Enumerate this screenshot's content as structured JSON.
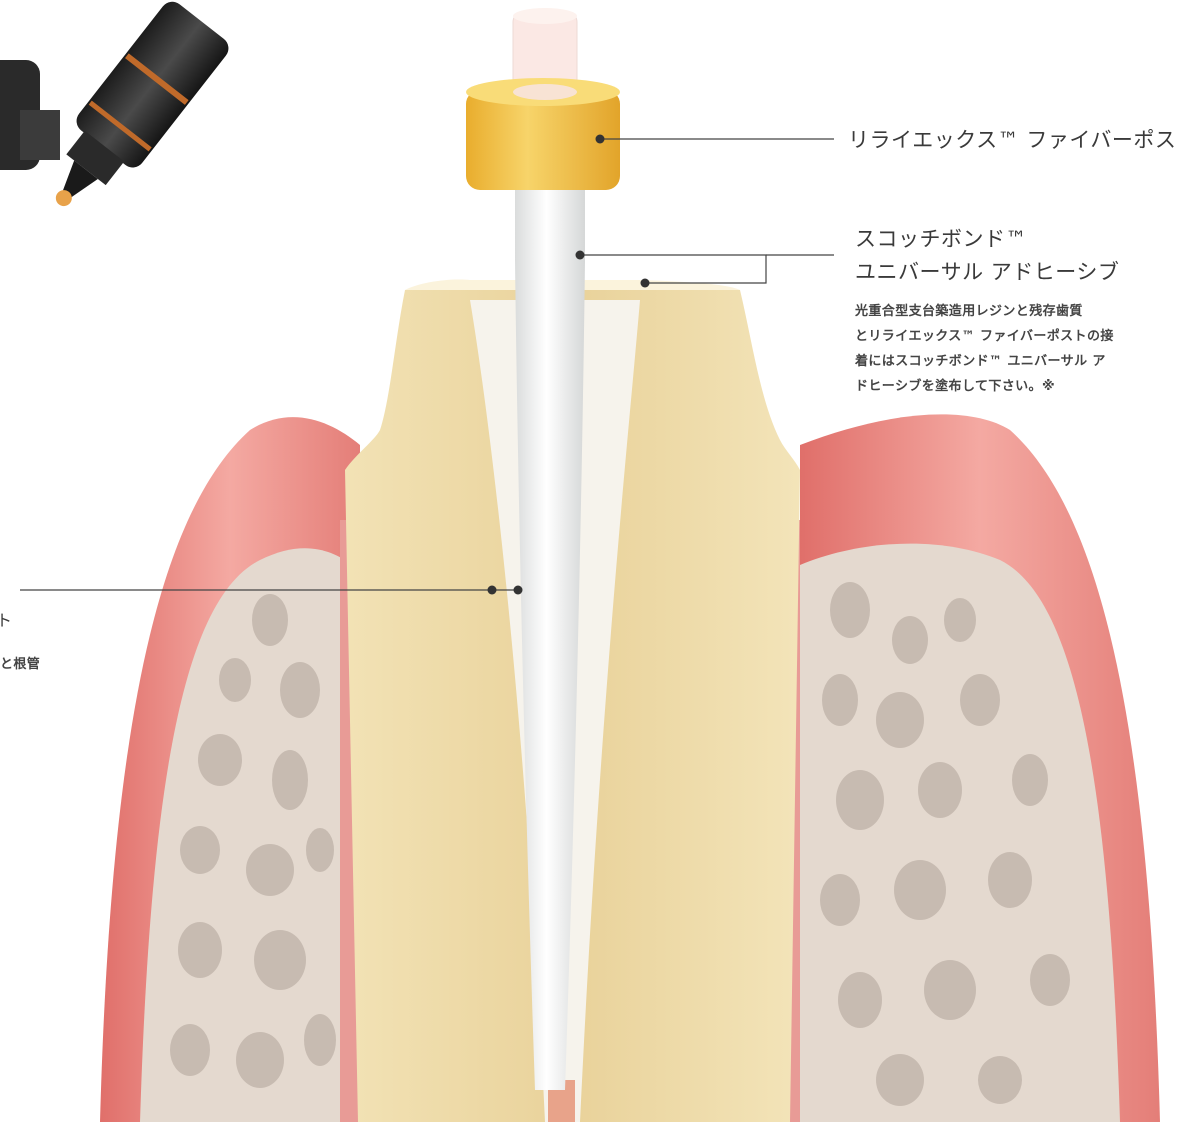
{
  "labels": {
    "fiber_post": "リライエックス™ ファイバーポスト",
    "adhesive_line1": "スコッチボンド™",
    "adhesive_line2": "ユニバーサル アドヒーシブ",
    "adhesive_note": [
      "光重合型支台築造用レジンと残存歯質",
      "とリライエックス™ ファイバーポストの接",
      "着にはスコッチボンド™ ユニバーサル ア",
      "ドヒーシブを塗布して下さい。※"
    ],
    "left_fragment_1": "ト",
    "left_fragment_2": "と根管"
  },
  "colors": {
    "gum": "#e88a86",
    "gum_light": "#f3b0aa",
    "bone": "#e3d8ce",
    "bone_hole": "#c9bdb3",
    "dentin": "#efdcac",
    "dentin_light": "#f6eacb",
    "post": "#f4f5f4",
    "cap": "#f0c24c",
    "leader": "#444444"
  },
  "icons": [
    "adhesive-bottle-icon"
  ]
}
